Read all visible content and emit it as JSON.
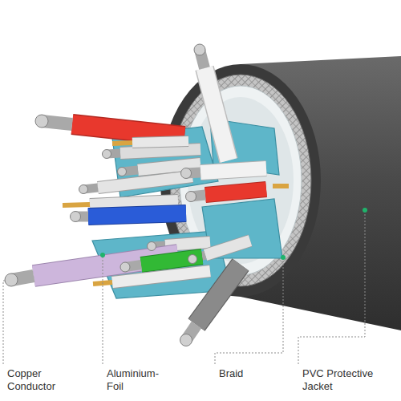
{
  "diagram": {
    "labels": [
      "Copper Conductor",
      "Aluminium-Foil",
      "Braid",
      "PVC Protective Jacket"
    ]
  }
}
